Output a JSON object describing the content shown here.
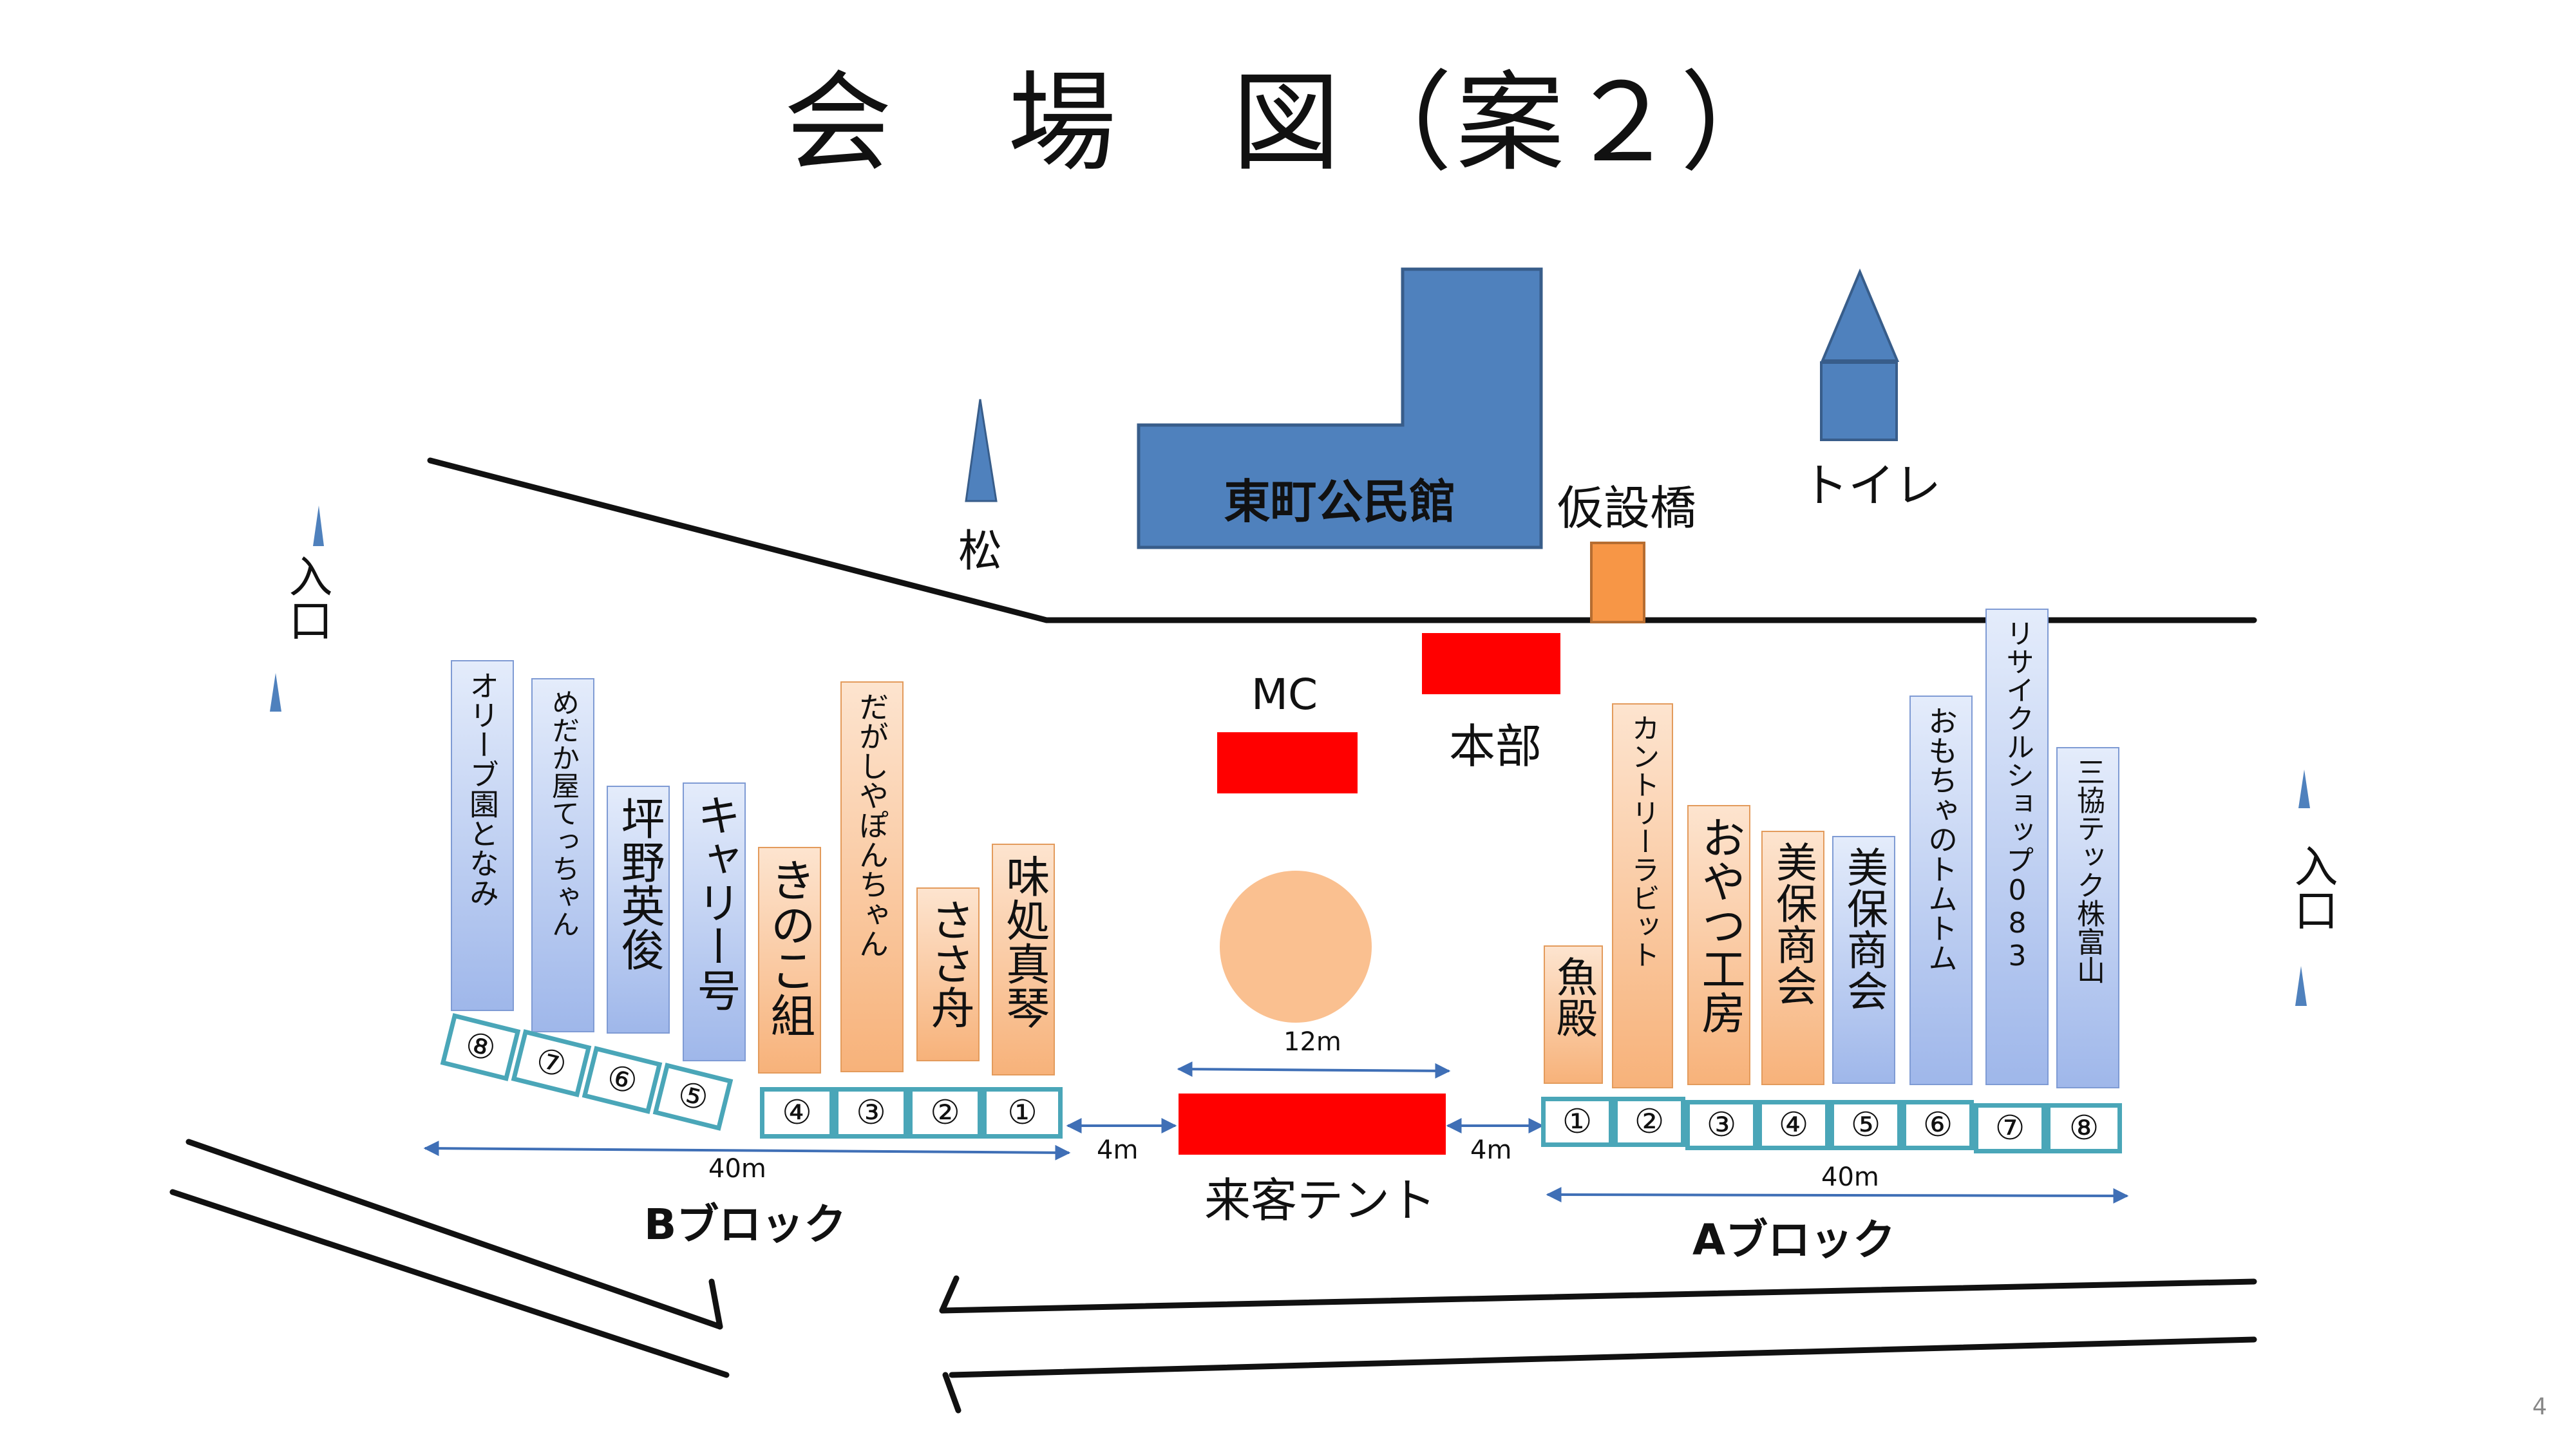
{
  "title": "会　場　図（案２）",
  "page_number": "4",
  "landmarks": {
    "hall": "東町公民館",
    "bridge": "仮設橋",
    "toilet": "トイレ",
    "pine": "松",
    "entrance": "入口",
    "mc": "MC",
    "hq": "本部",
    "visitor_tent": "来客テント"
  },
  "dimensions": {
    "circle": "12m",
    "gap_left": "4m",
    "gap_right": "4m",
    "block_b": "40m",
    "block_a": "40m"
  },
  "blocks": {
    "b_label": "Bブロック",
    "a_label": "Aブロック",
    "b_stalls": [
      "オリーブ園となみ",
      "めだか屋てっちゃん",
      "坪野英俊",
      "キャリー号",
      "きのこ組",
      "だがしやぽんちゃん",
      "ささ舟",
      "味処真琴"
    ],
    "b_slots": [
      "⑧",
      "⑦",
      "⑥",
      "⑤",
      "④",
      "③",
      "②",
      "①"
    ],
    "a_stalls": [
      "魚殿",
      "カントリーラビット",
      "おやつ工房",
      "美保商会",
      "美保商会",
      "おもちゃのトムトム",
      "リサイクルショップ083",
      "三協テック株富山"
    ],
    "a_slots": [
      "①",
      "②",
      "③",
      "④",
      "⑤",
      "⑥",
      "⑦",
      "⑧"
    ]
  },
  "colors": {
    "building": "#4f81bd",
    "tent": "#ff0000",
    "bridge": "#f79646",
    "circle": "#fac090",
    "slot_border": "#4aa6b8"
  }
}
